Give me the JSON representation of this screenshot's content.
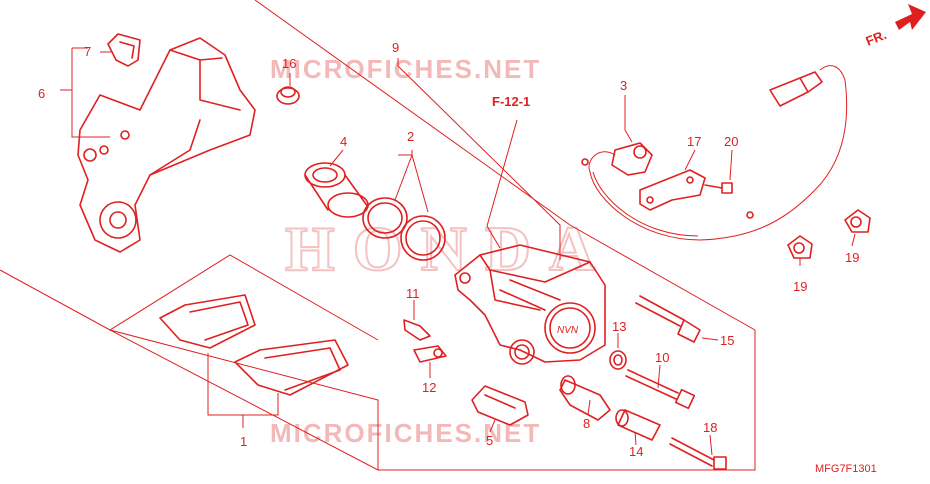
{
  "watermark": {
    "site": "MICROFICHES.NET",
    "brand": "HONDA"
  },
  "direction_label": "FR.",
  "reference_label": "F-12-1",
  "diagram_code": "MFG7F1301",
  "callouts": {
    "c1": "1",
    "c2": "2",
    "c3": "3",
    "c4": "4",
    "c5": "5",
    "c6": "6",
    "c7": "7",
    "c8": "8",
    "c9": "9",
    "c10": "10",
    "c11": "11",
    "c12": "12",
    "c13": "13",
    "c14": "14",
    "c15": "15",
    "c16": "16",
    "c17": "17",
    "c18": "18",
    "c19a": "19",
    "c19b": "19",
    "c20": "20"
  },
  "colors": {
    "line": "#e02020",
    "watermark": "#f3b8b8",
    "background": "#ffffff"
  }
}
